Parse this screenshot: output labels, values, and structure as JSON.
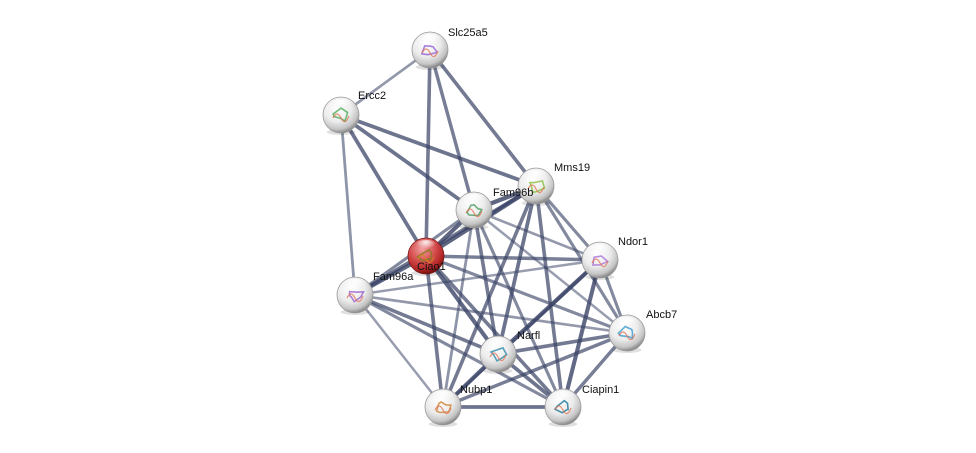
{
  "title": "Protein interaction network",
  "query_protein": "Ciao1",
  "colors": {
    "edge": "#3a4466",
    "query_node": "#c23030",
    "node": "#e6e6e6"
  },
  "nodes": [
    {
      "id": "Slc25a5",
      "label": "Slc25a5",
      "query": false,
      "structure_hue": "#9b6ad6"
    },
    {
      "id": "Ercc2",
      "label": "Ercc2",
      "query": false,
      "structure_hue": "#55b060"
    },
    {
      "id": "Mms19",
      "label": "Mms19",
      "query": false,
      "structure_hue": "#8cc24a"
    },
    {
      "id": "Fam96b",
      "label": "Fam96b",
      "query": false,
      "structure_hue": "#52a06a"
    },
    {
      "id": "Ciao1",
      "label": "Ciao1",
      "query": true,
      "structure_hue": "#8a7a20"
    },
    {
      "id": "Fam96a",
      "label": "Fam96a",
      "query": false,
      "structure_hue": "#a06ad0"
    },
    {
      "id": "Ndor1",
      "label": "Ndor1",
      "query": false,
      "structure_hue": "#b07ad8"
    },
    {
      "id": "Abcb7",
      "label": "Abcb7",
      "query": false,
      "structure_hue": "#4a9fd0"
    },
    {
      "id": "Narfl",
      "label": "Narfl",
      "query": false,
      "structure_hue": "#3a90b0"
    },
    {
      "id": "Nubp1",
      "label": "Nubp1",
      "query": false,
      "structure_hue": "#d08a40"
    },
    {
      "id": "Ciapin1",
      "label": "Ciapin1",
      "query": false,
      "structure_hue": "#2a80a0"
    }
  ],
  "edges": [
    {
      "source": "Slc25a5",
      "target": "Ercc2",
      "score": 0.45
    },
    {
      "source": "Slc25a5",
      "target": "Ciao1",
      "score": 0.75
    },
    {
      "source": "Slc25a5",
      "target": "Fam96b",
      "score": 0.7
    },
    {
      "source": "Slc25a5",
      "target": "Mms19",
      "score": 0.75
    },
    {
      "source": "Ercc2",
      "target": "Mms19",
      "score": 0.8
    },
    {
      "source": "Ercc2",
      "target": "Fam96b",
      "score": 0.8
    },
    {
      "source": "Ercc2",
      "target": "Ciao1",
      "score": 0.8
    },
    {
      "source": "Ercc2",
      "target": "Fam96a",
      "score": 0.5
    },
    {
      "source": "Mms19",
      "target": "Fam96b",
      "score": 0.95
    },
    {
      "source": "Mms19",
      "target": "Ciao1",
      "score": 0.95
    },
    {
      "source": "Mms19",
      "target": "Fam96a",
      "score": 0.8
    },
    {
      "source": "Mms19",
      "target": "Ndor1",
      "score": 0.6
    },
    {
      "source": "Mms19",
      "target": "Abcb7",
      "score": 0.6
    },
    {
      "source": "Mms19",
      "target": "Narfl",
      "score": 0.8
    },
    {
      "source": "Mms19",
      "target": "Nubp1",
      "score": 0.75
    },
    {
      "source": "Mms19",
      "target": "Ciapin1",
      "score": 0.75
    },
    {
      "source": "Fam96b",
      "target": "Ciao1",
      "score": 0.95
    },
    {
      "source": "Fam96b",
      "target": "Fam96a",
      "score": 0.6
    },
    {
      "source": "Fam96b",
      "target": "Ndor1",
      "score": 0.45
    },
    {
      "source": "Fam96b",
      "target": "Abcb7",
      "score": 0.4
    },
    {
      "source": "Fam96b",
      "target": "Narfl",
      "score": 0.75
    },
    {
      "source": "Fam96b",
      "target": "Nubp1",
      "score": 0.5
    },
    {
      "source": "Fam96b",
      "target": "Ciapin1",
      "score": 0.6
    },
    {
      "source": "Ciao1",
      "target": "Fam96a",
      "score": 0.9
    },
    {
      "source": "Ciao1",
      "target": "Ndor1",
      "score": 0.7
    },
    {
      "source": "Ciao1",
      "target": "Abcb7",
      "score": 0.6
    },
    {
      "source": "Ciao1",
      "target": "Narfl",
      "score": 0.9
    },
    {
      "source": "Ciao1",
      "target": "Nubp1",
      "score": 0.75
    },
    {
      "source": "Ciao1",
      "target": "Ciapin1",
      "score": 0.75
    },
    {
      "source": "Fam96a",
      "target": "Ndor1",
      "score": 0.4
    },
    {
      "source": "Fam96a",
      "target": "Abcb7",
      "score": 0.45
    },
    {
      "source": "Fam96a",
      "target": "Narfl",
      "score": 0.75
    },
    {
      "source": "Fam96a",
      "target": "Nubp1",
      "score": 0.4
    },
    {
      "source": "Fam96a",
      "target": "Ciapin1",
      "score": 0.6
    },
    {
      "source": "Ndor1",
      "target": "Abcb7",
      "score": 0.6
    },
    {
      "source": "Ndor1",
      "target": "Narfl",
      "score": 0.95
    },
    {
      "source": "Ndor1",
      "target": "Nubp1",
      "score": 0.6
    },
    {
      "source": "Ndor1",
      "target": "Ciapin1",
      "score": 0.9
    },
    {
      "source": "Abcb7",
      "target": "Narfl",
      "score": 0.75
    },
    {
      "source": "Abcb7",
      "target": "Nubp1",
      "score": 0.7
    },
    {
      "source": "Abcb7",
      "target": "Ciapin1",
      "score": 0.7
    },
    {
      "source": "Narfl",
      "target": "Nubp1",
      "score": 0.9
    },
    {
      "source": "Narfl",
      "target": "Ciapin1",
      "score": 0.8
    },
    {
      "source": "Nubp1",
      "target": "Ciapin1",
      "score": 0.8
    }
  ]
}
